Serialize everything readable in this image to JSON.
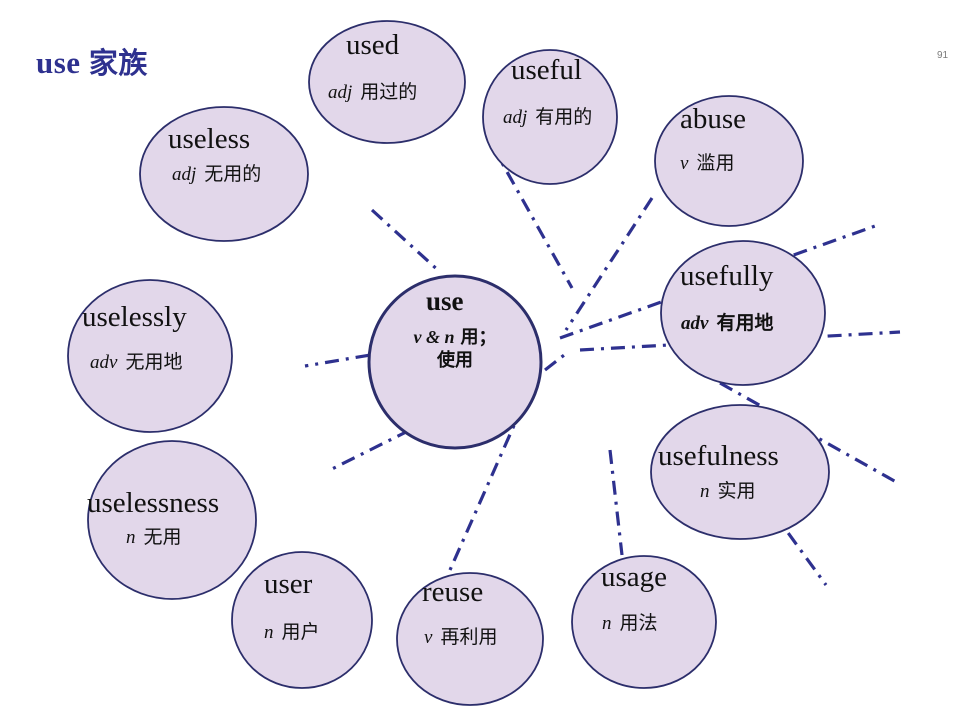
{
  "header": {
    "title_en": "use",
    "title_zh": "家族",
    "page_number": "91"
  },
  "colors": {
    "node_fill": "#e2d7ea",
    "node_stroke": "#2c2e6b",
    "line": "#2e318f",
    "title": "#2e318f"
  },
  "center": {
    "word": "use",
    "pos": "v & n",
    "meaning_line1": "用；",
    "meaning_line2": "使用"
  },
  "nodes": [
    {
      "id": "used",
      "word": "used",
      "pos": "adj",
      "meaning": "用过的"
    },
    {
      "id": "useful",
      "word": "useful",
      "pos": "adj",
      "meaning": "有用的"
    },
    {
      "id": "abuse",
      "word": "abuse",
      "pos": "v",
      "meaning": "滥用"
    },
    {
      "id": "useless",
      "word": "useless",
      "pos": "adj",
      "meaning": "无用的"
    },
    {
      "id": "usefully",
      "word": "usefully",
      "pos": "adv",
      "meaning": "有用地"
    },
    {
      "id": "uselessly",
      "word": "uselessly",
      "pos": "adv",
      "meaning": "无用地"
    },
    {
      "id": "usefulness",
      "word": "usefulness",
      "pos": "n",
      "meaning": "实用"
    },
    {
      "id": "uselessness",
      "word": "uselessness",
      "pos": "n",
      "meaning": "无用"
    },
    {
      "id": "user",
      "word": "user",
      "pos": "n",
      "meaning": "用户"
    },
    {
      "id": "reuse",
      "word": "reuse",
      "pos": "v",
      "meaning": "再利用"
    },
    {
      "id": "usage",
      "word": "usage",
      "pos": "n",
      "meaning": "用法"
    }
  ]
}
